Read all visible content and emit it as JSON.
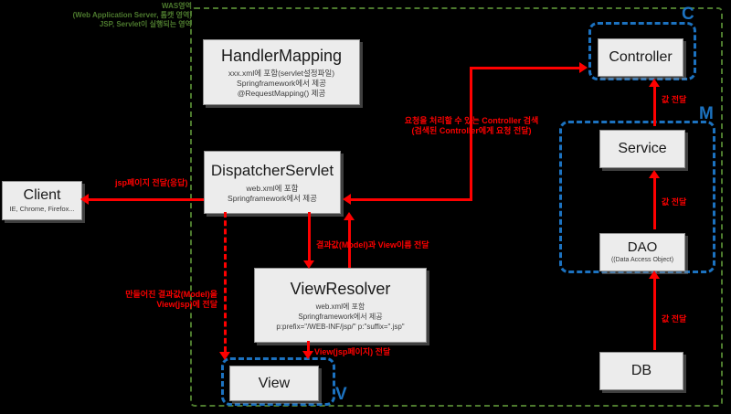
{
  "boxes": {
    "handler_mapping": {
      "title": "HandlerMapping",
      "lines": [
        "xxx.xml에 포함(servlet설정파일)",
        "Springframework에서 제공",
        "@RequestMapping() 제공"
      ]
    },
    "dispatcher_servlet": {
      "title": "DispatcherServlet",
      "lines": [
        "web.xml에 포함",
        "Springframework에서 제공"
      ]
    },
    "view_resolver": {
      "title": "ViewResolver",
      "lines": [
        "web.xml에 포함",
        "Springframework에서 제공",
        "p:prefix=\"/WEB-INF/jsp/\" p:\"suffix=\".jsp\""
      ]
    },
    "client": {
      "title": "Client",
      "lines": [
        "IE, Chrome, Firefox..."
      ]
    },
    "controller": {
      "title": "Controller"
    },
    "service": {
      "title": "Service"
    },
    "dao": {
      "title": "DAO",
      "lines": [
        "((Data Access Object)"
      ]
    },
    "db": {
      "title": "DB"
    },
    "view": {
      "title": "View"
    }
  },
  "regions": {
    "controller_group": {
      "letter": "C"
    },
    "model_group": {
      "letter": "M"
    },
    "view_group": {
      "letter": "V"
    },
    "was_note": {
      "line1": "WAS영역",
      "line2": "(Web Application Server, 톰캣 영역)",
      "line3": "JSP, Servlet이 실행되는 영역"
    }
  },
  "arrow_labels": {
    "response_to_client": "jsp페이지 전달(응답)",
    "controller_search_line1": "요청을 처리할 수 있는 Controller 검색",
    "controller_search_line2": "(검색된 Controller에게 요청 전달)",
    "to_view_resolver": "결과값(Model)과 View이름 전달",
    "model_note_line1": "만들어진 결과값(Model)을",
    "model_note_line2": "View(jsp)에 전달",
    "to_view": "View(jsp페이지) 전달",
    "pass_service_to_controller": "값 전달",
    "pass_dao_to_service": "값 전달",
    "pass_db_to_dao": "값 전달"
  },
  "colors": {
    "background": "#000000",
    "was_border_green": "#4d7a2e",
    "mvc_border_blue": "#1c72c0",
    "flow_red": "#fe0000",
    "box_fill": "#ececec"
  }
}
